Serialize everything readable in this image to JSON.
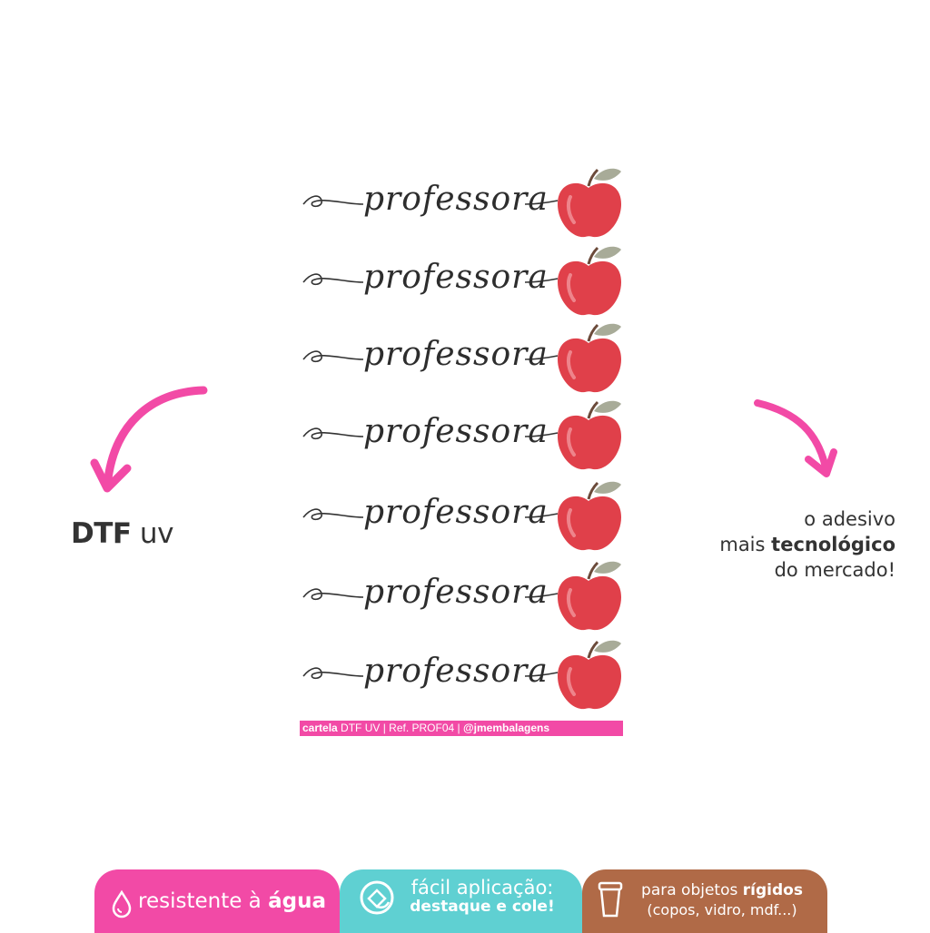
{
  "labels": {
    "dtf_bold": "DTF",
    "dtf_rest": "uv",
    "tagline_line1": "o adesivo",
    "tagline_line2_pre": "mais",
    "tagline_line2_bold": "tecnológico",
    "tagline_line3": "do mercado!"
  },
  "sheet": {
    "word": "professora",
    "rows": [
      "professora",
      "professora",
      "professora",
      "professora",
      "professora",
      "professora",
      "professora"
    ],
    "caption_bold": "cartela",
    "caption_rest": " DTF UV | Ref. PROF04 | ",
    "caption_handle": "@jmembalagens"
  },
  "badges": {
    "water_pre": "resistente à ",
    "water_bold": "água",
    "easy_line1": "fácil aplicação:",
    "easy_line2": "destaque e cole!",
    "rigid_pre": "para objetos ",
    "rigid_bold": "rígidos",
    "rigid_line2": "(copos, vidro, mdf...)"
  },
  "colors": {
    "accent_pink": "#f24aa6",
    "accent_teal": "#5fd0d2",
    "accent_brown": "#b06a47",
    "apple_red": "#e0404a"
  },
  "icons": [
    "water-drop-icon",
    "sticker-icon",
    "cup-icon",
    "apple-icon",
    "curved-arrow-icon"
  ]
}
